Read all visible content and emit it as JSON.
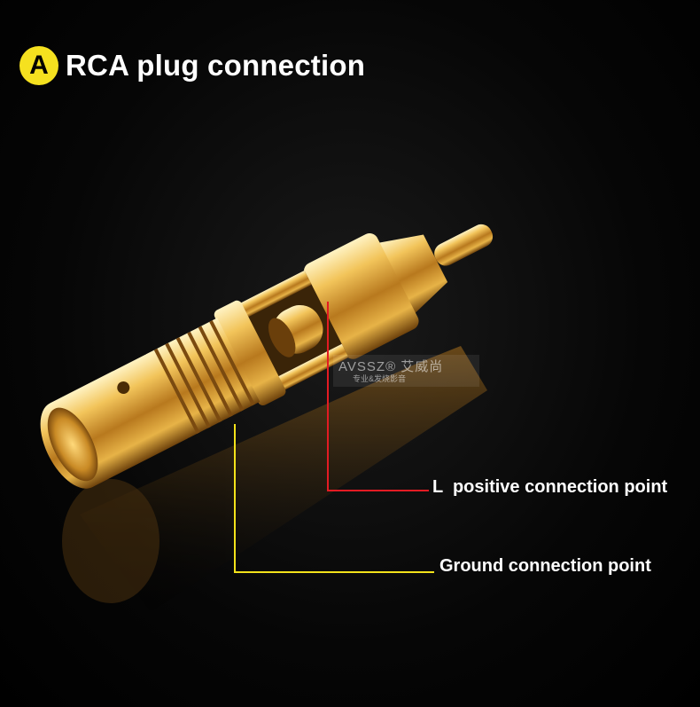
{
  "heading": {
    "badge": "A",
    "title": "RCA plug connection"
  },
  "callouts": {
    "positive": "L  positive connection point",
    "ground": "Ground connection point"
  },
  "colors": {
    "badge": "#f5e11f",
    "positive_line": "#e31b23",
    "ground_line": "#f3e21a",
    "metal": "#d9a642"
  },
  "watermark": {
    "brand": "AVSSZ® 艾威尚",
    "tagline": "专业&发烧影音"
  }
}
